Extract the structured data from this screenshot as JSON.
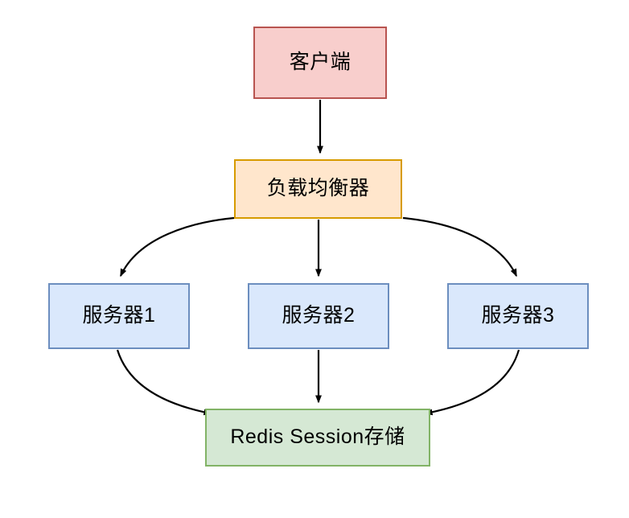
{
  "diagram": {
    "title": "",
    "background": "#ffffff",
    "edge_color": "#000000",
    "nodes": [
      {
        "id": "client",
        "label": "客户端",
        "fill": "#f8cecc",
        "stroke": "#b85450"
      },
      {
        "id": "load-balancer",
        "label": "负载均衡器",
        "fill": "#ffe6cc",
        "stroke": "#d79b00"
      },
      {
        "id": "server1",
        "label": "服务器1",
        "fill": "#dae8fc",
        "stroke": "#6c8ebf"
      },
      {
        "id": "server2",
        "label": "服务器2",
        "fill": "#dae8fc",
        "stroke": "#6c8ebf"
      },
      {
        "id": "server3",
        "label": "服务器3",
        "fill": "#dae8fc",
        "stroke": "#6c8ebf"
      },
      {
        "id": "redis",
        "label": "Redis Session存储",
        "fill": "#d5e8d4",
        "stroke": "#82b366"
      }
    ],
    "edges": [
      {
        "id": "client-to-lb",
        "from": "client",
        "to": "load-balancer",
        "label": "",
        "style": "straight"
      },
      {
        "id": "lb-to-server1",
        "from": "load-balancer",
        "to": "server1",
        "label": "",
        "style": "curved"
      },
      {
        "id": "lb-to-server2",
        "from": "load-balancer",
        "to": "server2",
        "label": "",
        "style": "straight"
      },
      {
        "id": "lb-to-server3",
        "from": "load-balancer",
        "to": "server3",
        "label": "",
        "style": "curved"
      },
      {
        "id": "server1-to-redis",
        "from": "server1",
        "to": "redis",
        "label": "",
        "style": "curved"
      },
      {
        "id": "server2-to-redis",
        "from": "server2",
        "to": "redis",
        "label": "",
        "style": "straight"
      },
      {
        "id": "server3-to-redis",
        "from": "server3",
        "to": "redis",
        "label": "",
        "style": "curved"
      }
    ]
  }
}
